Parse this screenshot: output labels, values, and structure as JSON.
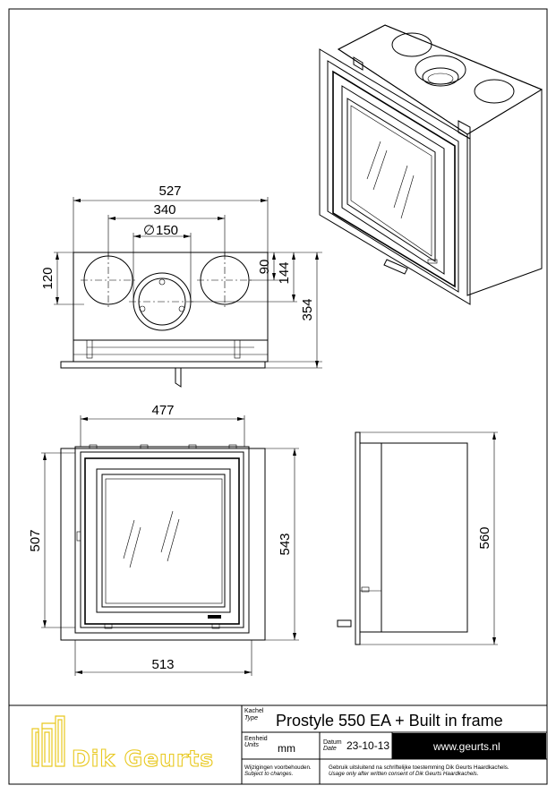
{
  "dimensions": {
    "top_width_total": "527",
    "top_center_spacing": "340",
    "top_flue_diameter": "150",
    "diameter_symbol": "∅",
    "top_left_offset": "120",
    "top_right_offset_1": "90",
    "top_right_offset_2": "144",
    "top_depth": "354",
    "front_inner_width": "477",
    "front_left_height": "507",
    "front_right_height": "543",
    "front_bottom_width": "513",
    "side_height": "560"
  },
  "title_block": {
    "logo_text": "Dik Geurts",
    "type_label_nl": "Kachel",
    "type_label_en": "Type",
    "type_value": "Prostyle 550 EA + Built in frame",
    "units_label_nl": "Eenheid",
    "units_label_en": "Units",
    "units_value": "mm",
    "date_label_nl": "Datum",
    "date_label_en": "Date",
    "date_value": "23-10-13",
    "website": "www.geurts.nl",
    "changes_nl": "Wijzigingen voorbehouden.",
    "changes_en": "Subject to changes.",
    "usage_nl": "Gebruik uitsluitend na schriftelijke toestemming Dik Geurts Haardkachels.",
    "usage_en": "Usage only after written consent of Dik Geurts Haardkachels."
  }
}
